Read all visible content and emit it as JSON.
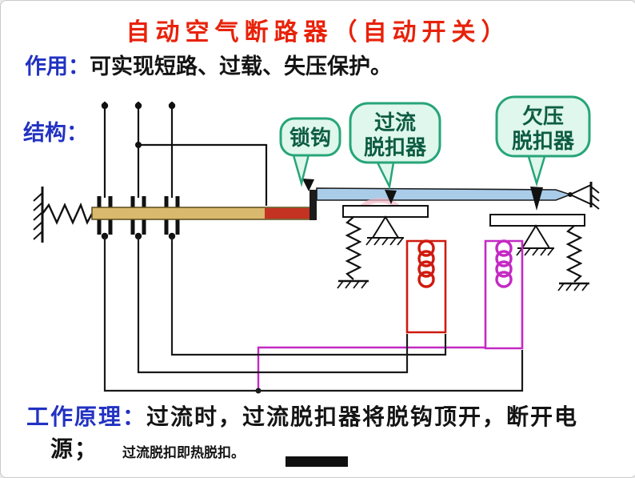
{
  "header": {
    "title": "自动空气断路器（自动开关）"
  },
  "function": {
    "label": "作用：",
    "text": "可实现短路、过载、失压保护。"
  },
  "structure": {
    "label": "结构："
  },
  "diagram": {
    "callouts": {
      "lock_hook": {
        "label": "锁钩"
      },
      "overcurrent": {
        "line1": "过流",
        "line2": "脱扣器"
      },
      "undervoltage": {
        "line1": "欠压",
        "line2": "脱扣器"
      }
    },
    "colors": {
      "lever_blue": "#a9cce9",
      "contact_bar_tan": "#d9b96d",
      "contact_bar_tip_red": "#c43222",
      "overcurrent_coil_red": "#cf1a10",
      "undervoltage_coil_magenta": "#c42ac4",
      "callout_fill": "#dff7ec",
      "callout_border": "#27a579",
      "callout_text": "#0d5c43",
      "title_red": "#e8220a",
      "label_blue": "#2232c2"
    }
  },
  "principle": {
    "label": "工作原理：",
    "text_line1": "过流时，过流脱扣器将脱钩顶开，断开电",
    "text_line2": "源；",
    "note": "过流脱扣即热脱扣。"
  }
}
